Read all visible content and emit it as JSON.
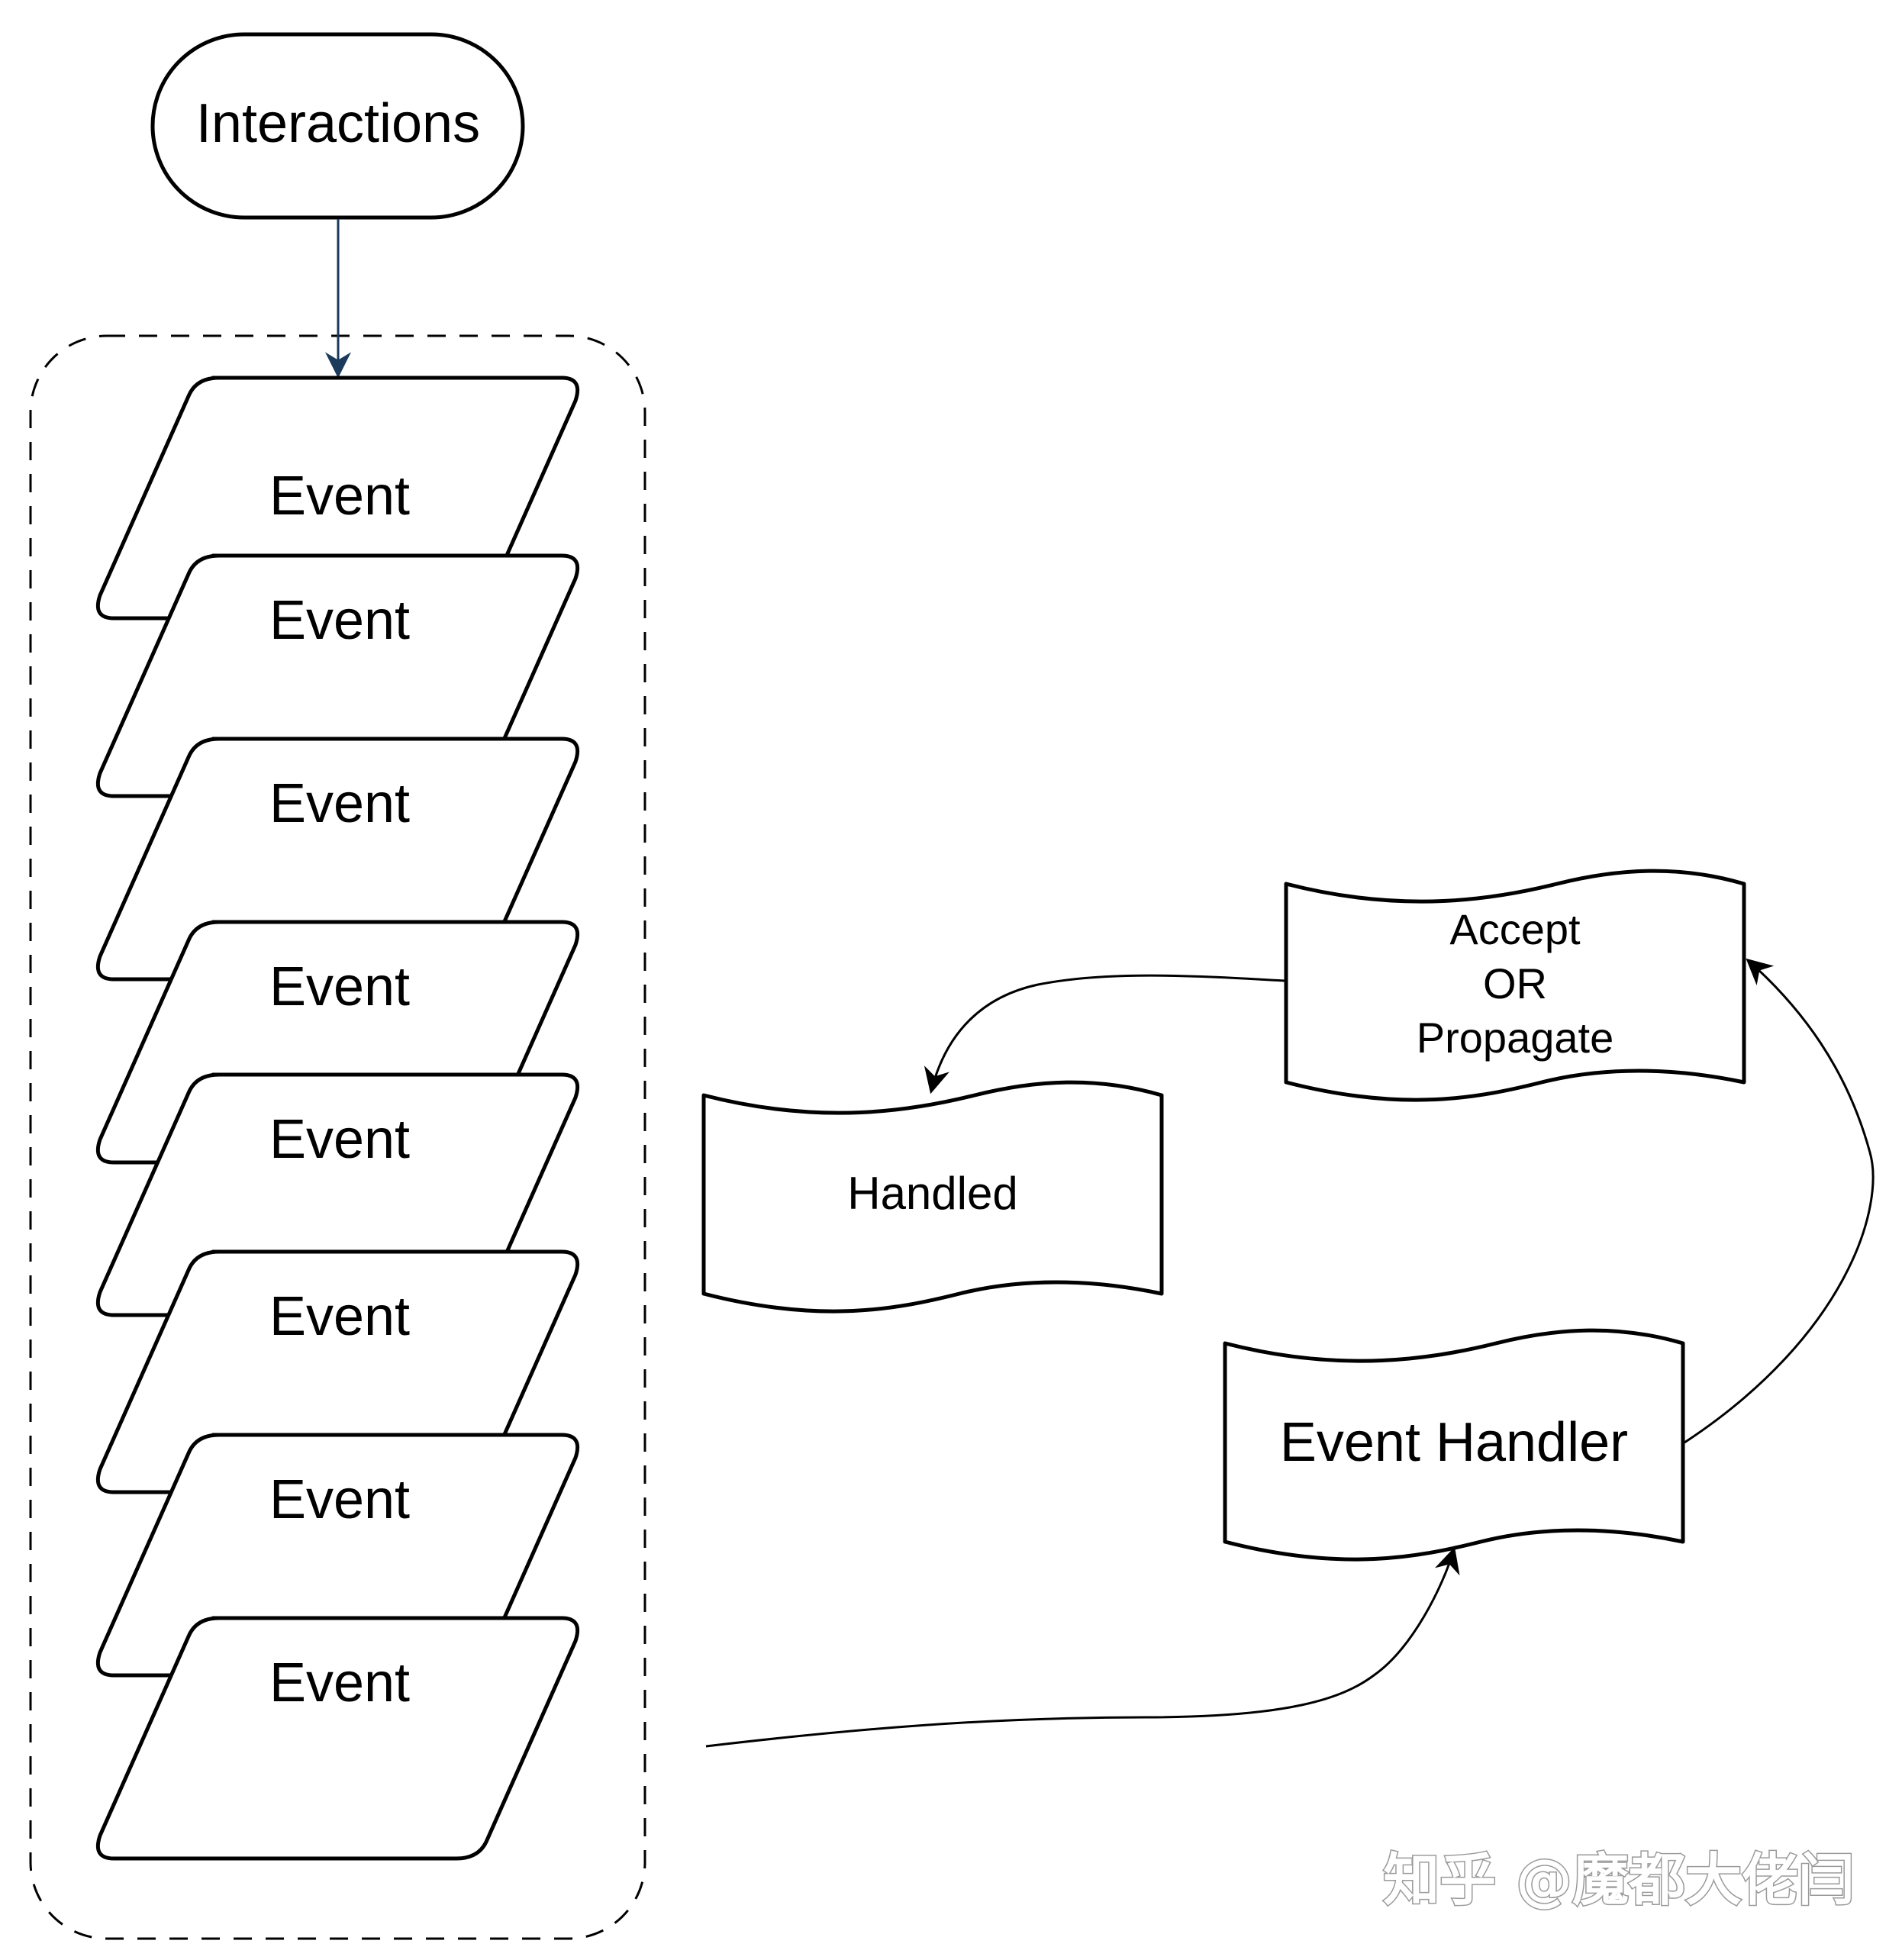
{
  "start_node": {
    "label": "Interactions"
  },
  "event_stack": [
    {
      "label": "Event"
    },
    {
      "label": "Event"
    },
    {
      "label": "Event"
    },
    {
      "label": "Event"
    },
    {
      "label": "Event"
    },
    {
      "label": "Event"
    },
    {
      "label": "Event"
    },
    {
      "label": "Event"
    }
  ],
  "handler_node": {
    "label": "Event Handler"
  },
  "decision_node": {
    "lines": [
      "Accept",
      "OR",
      "Propagate"
    ]
  },
  "handled_node": {
    "label": "Handled"
  },
  "watermark": {
    "text": "知乎 @魔都大佬闫"
  },
  "colors": {
    "stroke": "#000000",
    "entry_arrow": "#1b3a5c",
    "background": "#ffffff",
    "watermark_outline": "#9a9a9a"
  }
}
